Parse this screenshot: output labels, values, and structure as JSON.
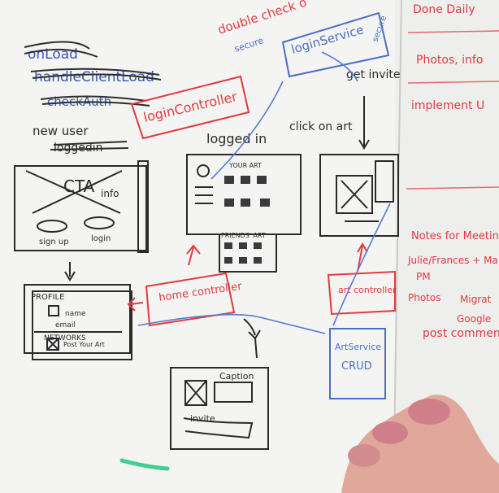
{
  "labels": {
    "double_check": "double check o",
    "secure": "secure",
    "login_service": "loginService",
    "login_controller": "loginController",
    "new_user": "new user",
    "logged_in": "logged in",
    "click_on_art": "click on art",
    "get_invite": "get invite",
    "cta": "CTA",
    "info": "info",
    "sign_up": "sign up",
    "login": "login",
    "your_art": "YOUR ART",
    "friends_art": "FRIENDS' ART",
    "profile": "PROFILE",
    "name": "name",
    "email": "email",
    "networks": "NETWORKS",
    "post_your_art": "Post Your Art",
    "home_controller": "home controller",
    "art_controller": "art controller",
    "art_service": "ArtService",
    "crud": "CRUD",
    "caption": "Caption",
    "invite": "invite",
    "notes_for_meeting": "Notes for Meetin",
    "julie_frances": "Julie/Frances + Ma",
    "pm": "PM",
    "photos": "Photos",
    "migration": "Migrat",
    "google": "Google",
    "post_comment": "post commen",
    "implement": "implement U",
    "photos_info": "Photos, info",
    "done_daily": "Done Daily"
  },
  "crossed_out": [
    "onLoad",
    "handleClientLoad",
    "checkAuth",
    "loggedin"
  ]
}
